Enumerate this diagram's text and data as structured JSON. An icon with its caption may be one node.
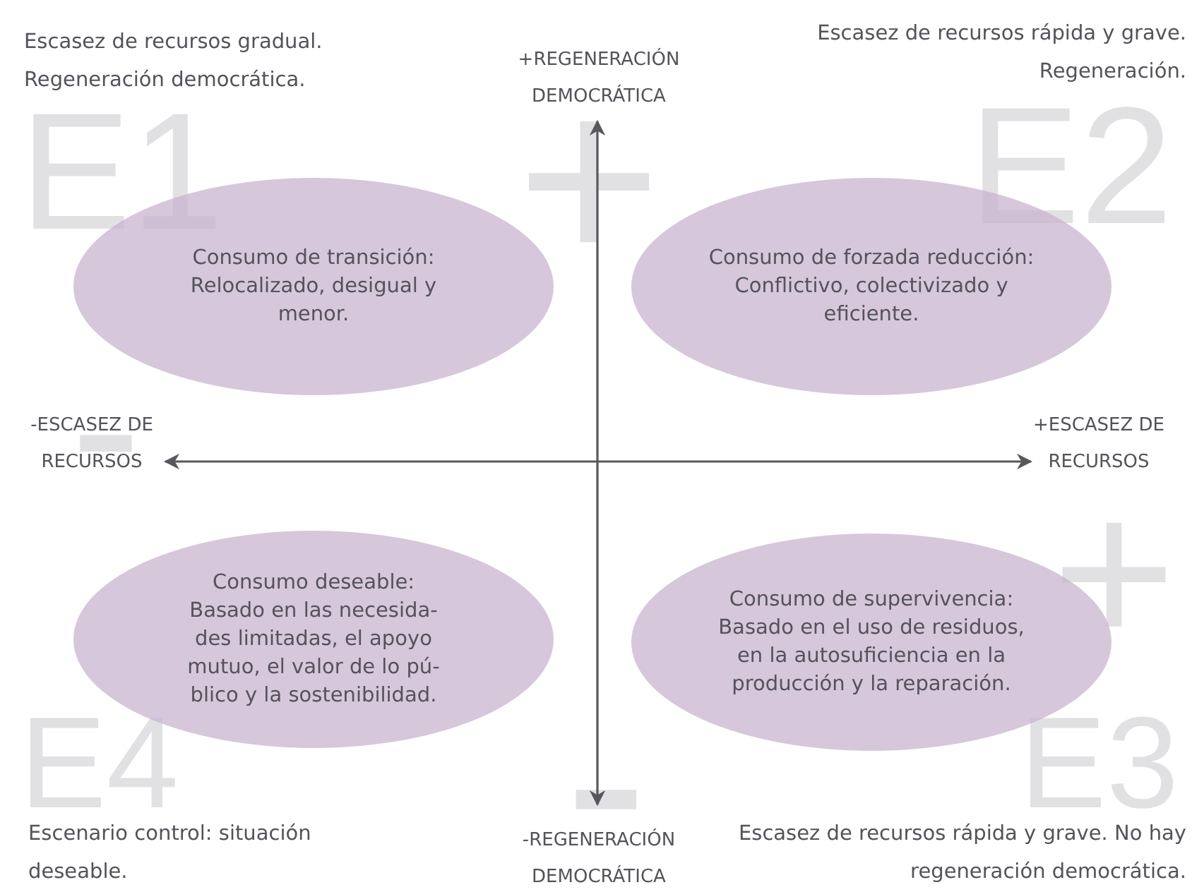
{
  "diagram": {
    "nodes": [
      {
        "text": [
          "Consumo de transición: Relocalizado, desigual y menor."
        ]
      },
      {
        "text": [
          "Consumo de forzada reducción: Conflictivo, colectivizado y eficiente."
        ]
      },
      {
        "text": [
          "Consumo deseable: Basado en las necesida- des limitadas, el apoyo mutuo, el valor de lo pú- blico y la sostenibilidad."
        ]
      },
      {
        "text": [
          "Consumo de supervivencia: Basado en el uso de residuos, en la autosuficiencia en la producción y la reparación."
        ]
      }
    ],
    "edges": [],
    "labels": [
      "E1",
      "E2",
      "Escasez de recursos gradual. Regeneración democrática.",
      "+REGENERACIÓN DEMOCRÁTICA",
      "Escasez de recursos rápida y grave. Regeneración.",
      "+",
      "-",
      "-ESCASEZ DE RECURSOS",
      "+",
      "+ESCASEZ DE RECURSOS",
      "E4",
      "E3",
      "-",
      "Escenario control: situación deseable.",
      "-REGENERACIÓN DEMOCRÁTICA",
      "Escasez de recursos rápida y grave. No hay regeneración democrática."
    ]
  }
}
